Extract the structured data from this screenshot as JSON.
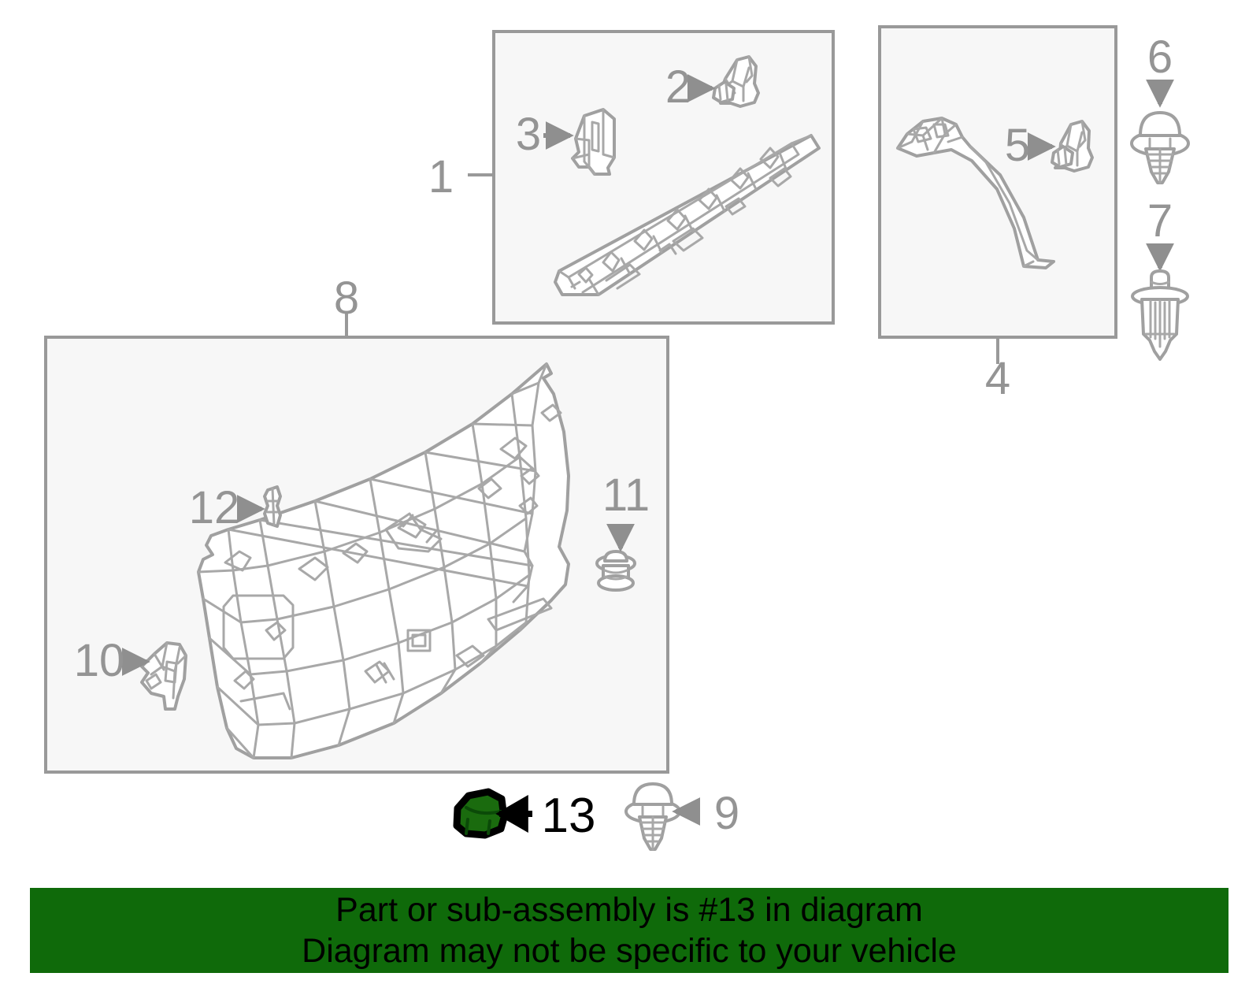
{
  "diagram": {
    "title": "Vehicle liftgate trim parts exploded diagram",
    "line_color": "#999999",
    "panel_fill": "#f7f7f7",
    "highlight_color": "#1a6b0e",
    "highlight_outline": "#000000"
  },
  "panels": [
    {
      "id": "panel-1",
      "label": "1",
      "label_position": "left",
      "parts": [
        "2",
        "3"
      ]
    },
    {
      "id": "panel-4",
      "label": "4",
      "label_position": "bottom",
      "parts": [
        "5"
      ]
    },
    {
      "id": "panel-8",
      "label": "8",
      "label_position": "top",
      "parts": [
        "10",
        "11",
        "12"
      ]
    }
  ],
  "callouts": {
    "one": "1",
    "two": "2",
    "three": "3",
    "four": "4",
    "five": "5",
    "six": "6",
    "seven": "7",
    "eight": "8",
    "nine": "9",
    "ten": "10",
    "eleven": "11",
    "twelve": "12",
    "thirteen": "13"
  },
  "highlighted_part": {
    "number": "13",
    "fill": "#1a6b0e",
    "outline": "#000000"
  },
  "banner": {
    "background": "#0f6a0a",
    "text_color": "#000000",
    "line1": "Part or sub-assembly is #13 in diagram",
    "line2": "Diagram may not be specific to your vehicle"
  }
}
